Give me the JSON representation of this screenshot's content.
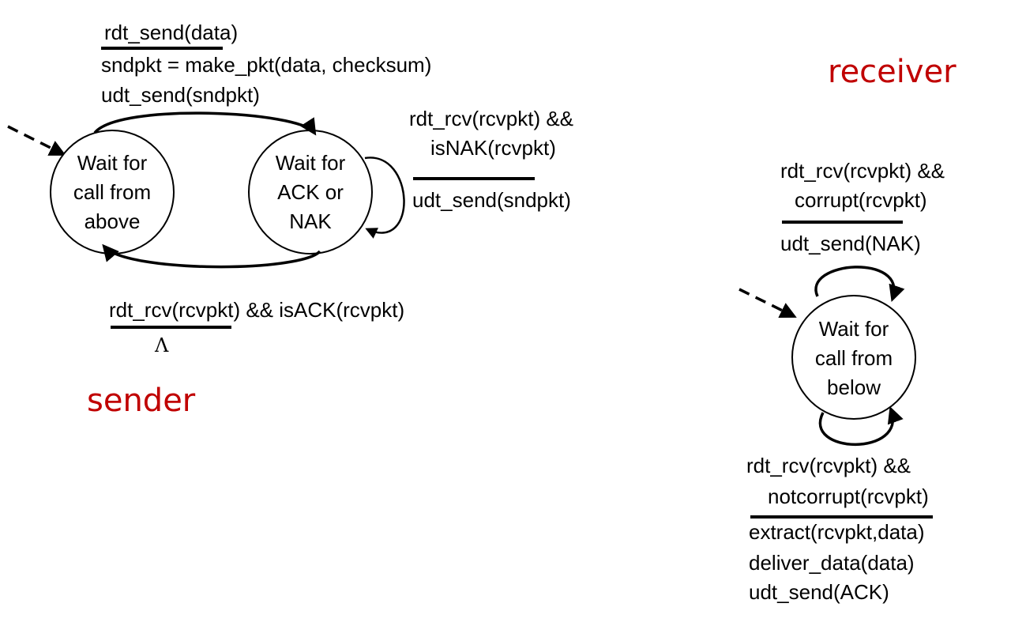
{
  "sender": {
    "role_label": "sender",
    "states": {
      "wait_above": [
        "Wait for",
        "call from",
        "above"
      ],
      "wait_ack": [
        "Wait for",
        "ACK or",
        "NAK"
      ]
    },
    "transition_send": {
      "event": "rdt_send(data)",
      "actions": [
        "sndpkt = make_pkt(data, checksum)",
        "udt_send(sndpkt)"
      ]
    },
    "transition_nak": {
      "event": [
        "rdt_rcv(rcvpkt) &&",
        "isNAK(rcvpkt)"
      ],
      "action": "udt_send(sndpkt)"
    },
    "transition_ack": {
      "event": "rdt_rcv(rcvpkt) && isACK(rcvpkt)",
      "action": "Λ"
    }
  },
  "receiver": {
    "role_label": "receiver",
    "state": [
      "Wait for",
      "call from",
      "below"
    ],
    "transition_corrupt": {
      "event": [
        "rdt_rcv(rcvpkt) &&",
        "corrupt(rcvpkt)"
      ],
      "action": "udt_send(NAK)"
    },
    "transition_ok": {
      "event": [
        "rdt_rcv(rcvpkt) &&",
        "notcorrupt(rcvpkt)"
      ],
      "actions": [
        "extract(rcvpkt,data)",
        "deliver_data(data)",
        "udt_send(ACK)"
      ]
    }
  }
}
